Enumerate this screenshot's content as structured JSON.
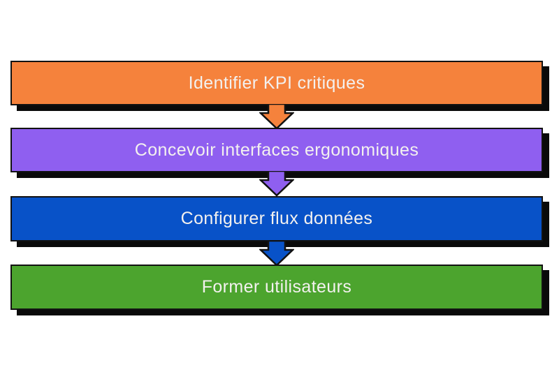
{
  "diagram": {
    "type": "flowchart-vertical",
    "steps": [
      {
        "label": "Identifier KPI critiques",
        "color": "#F5823C"
      },
      {
        "label": "Concevoir interfaces ergonomiques",
        "color": "#8F5FF0"
      },
      {
        "label": "Configurer flux données",
        "color": "#0852C8"
      },
      {
        "label": "Former utilisateurs",
        "color": "#4CA42E"
      }
    ],
    "arrow_colors": [
      "#F5823C",
      "#8F5FF0",
      "#0852C8"
    ],
    "outline_color": "#121212",
    "shadow_color": "#0A0A0A",
    "text_color": "#F3F1EF",
    "background_color": "#FFFFFF"
  }
}
